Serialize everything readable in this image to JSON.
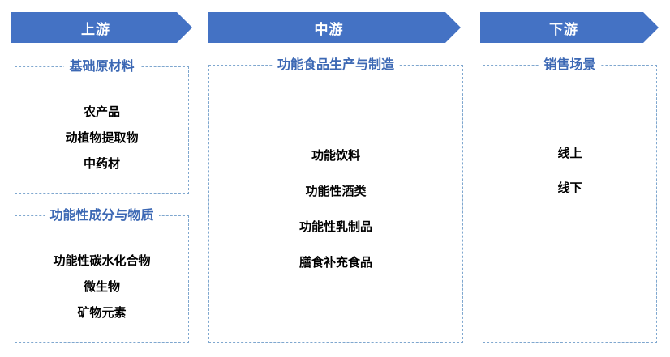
{
  "diagram": {
    "columns": [
      {
        "header": "上游",
        "boxes": [
          {
            "title": "基础原材料",
            "items": [
              "农产品",
              "动植物提取物",
              "中药材"
            ]
          },
          {
            "title": "功能性成分与物质",
            "items": [
              "功能性碳水化合物",
              "微生物",
              "矿物元素"
            ]
          }
        ]
      },
      {
        "header": "中游",
        "boxes": [
          {
            "title": "功能食品生产与制造",
            "items": [
              "功能饮料",
              "功能性酒类",
              "功能性乳制品",
              "膳食补充食品"
            ]
          }
        ]
      },
      {
        "header": "下游",
        "boxes": [
          {
            "title": "销售场景",
            "items": [
              "线上",
              "线下"
            ]
          }
        ]
      }
    ],
    "colors": {
      "arrow_fill": "#4472C4",
      "arrow_text": "#FFFFFF",
      "title_text": "#3C68B4",
      "box_border": "#7FA7CF",
      "item_text": "#000000",
      "background": "#FFFFFF"
    }
  }
}
